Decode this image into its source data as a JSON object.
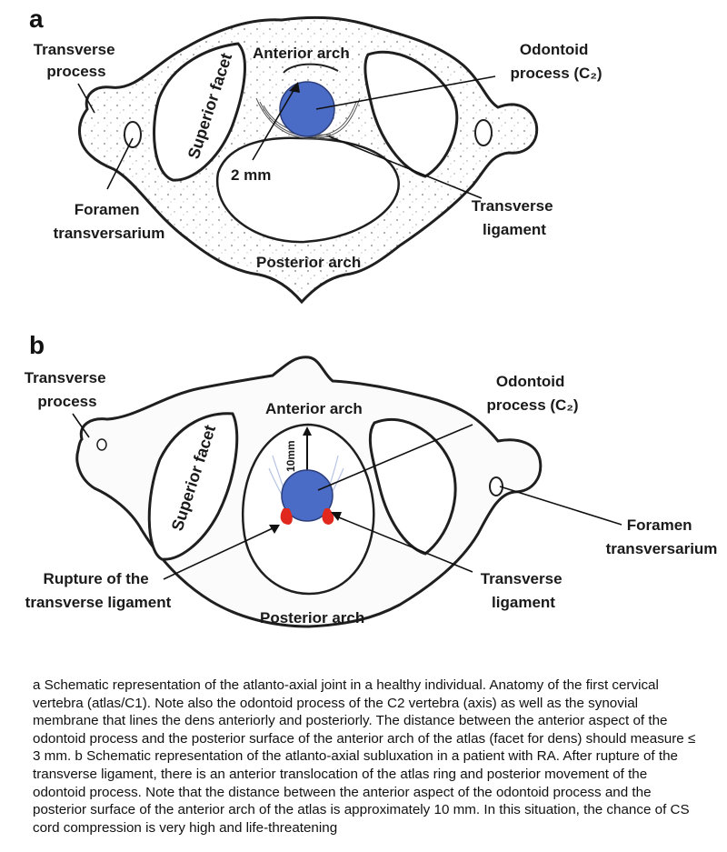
{
  "panel_a": {
    "letter": "a",
    "labels": {
      "transverse_process": [
        "Transverse",
        "process"
      ],
      "superior_facet": "Superior facet",
      "anterior_arch": "Anterior arch",
      "odontoid": [
        "Odontoid",
        "process (C₂)"
      ],
      "distance": "2 mm",
      "foramen": [
        "Foramen",
        "transversarium"
      ],
      "transverse_ligament": [
        "Transverse",
        "ligament"
      ],
      "posterior_arch": "Posterior arch"
    }
  },
  "panel_b": {
    "letter": "b",
    "labels": {
      "transverse_process": [
        "Transverse",
        "process"
      ],
      "superior_facet": "Superior facet",
      "anterior_arch": "Anterior arch",
      "odontoid": [
        "Odontoid",
        "process (C₂)"
      ],
      "distance": "10mm",
      "foramen": [
        "Foramen",
        "transversarium"
      ],
      "rupture": [
        "Rupture of the",
        "transverse ligament"
      ],
      "transverse_ligament": [
        "Transverse",
        "ligament"
      ],
      "posterior_arch": "Posterior arch"
    }
  },
  "colors": {
    "dens": "#4a6cc6",
    "rupture": "#e0281e",
    "bone_outline": "#1f1f1f"
  },
  "caption": "a Schematic representation of the atlanto-axial joint in a healthy individual. Anatomy of the first cervical vertebra (atlas/C1). Note also the odontoid process of the C2 vertebra (axis) as well as the synovial membrane that lines the dens anteriorly and posteriorly. The distance between the anterior aspect of the odontoid process and the posterior surface of the anterior arch of the atlas (facet for dens) should measure ≤ 3 mm. b Schematic representation of the atlanto-axial subluxation in a patient with RA. After rupture of the transverse ligament, there is an anterior translocation of the atlas ring and posterior movement of the odontoid process. Note that the distance between the anterior aspect of the odontoid process and the posterior surface of the anterior arch of the atlas is approximately 10 mm. In this situation, the chance of CS cord compression is very high and life-threatening"
}
